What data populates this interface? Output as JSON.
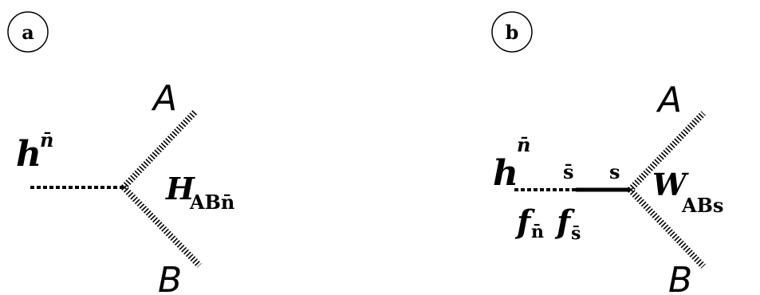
{
  "panel_a": {
    "badge": "a",
    "incoming": "h",
    "incoming_sup": "n̄",
    "out_top": "A",
    "out_bottom": "B",
    "vertex": "H",
    "vertex_sub": "ABn̄"
  },
  "panel_b": {
    "badge": "b",
    "incoming": "h",
    "incoming_sup": "n̄",
    "prop_left": "s̄",
    "prop_right": "s",
    "out_top": "A",
    "out_bottom": "B",
    "vertex": "W",
    "vertex_sub": "ABs",
    "factor1": "f",
    "factor1_sub": "n̄",
    "factor2": "f",
    "factor2_sub": "s̄"
  }
}
